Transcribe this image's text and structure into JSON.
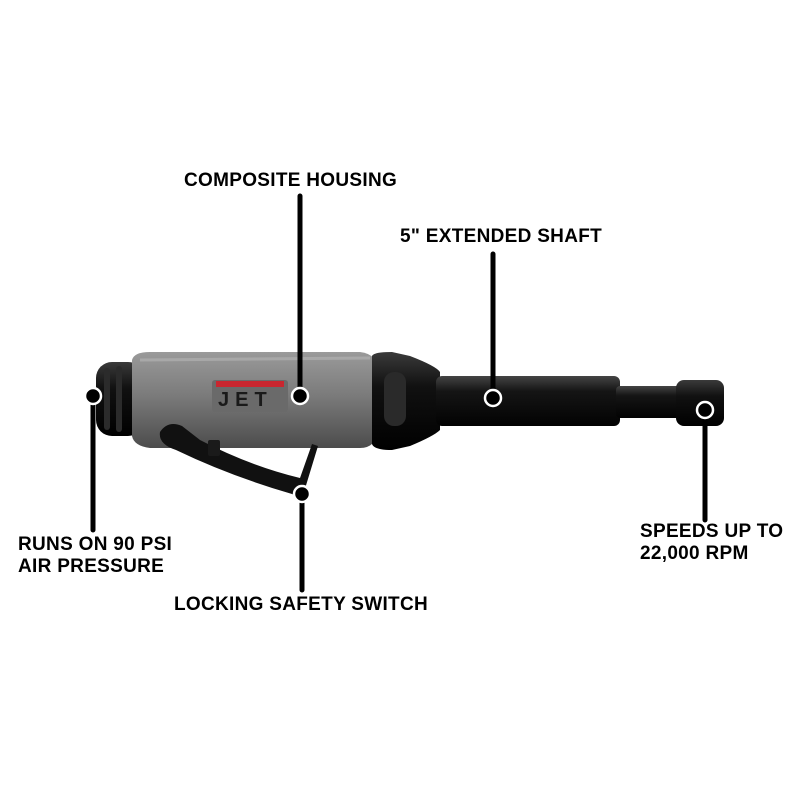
{
  "product": {
    "brand_text": "JET",
    "body_color": "#7a7a7a",
    "accent_color": "#c8262f",
    "shaft_color": "#0d0d0d"
  },
  "callouts": {
    "housing": {
      "line1": "COMPOSITE HOUSING",
      "icon": "callout-dot"
    },
    "shaft": {
      "line1": "5\" EXTENDED SHAFT",
      "icon": "callout-dot"
    },
    "pressure": {
      "line1": "RUNS ON 90 PSI",
      "line2": "AIR PRESSURE",
      "icon": "callout-dot"
    },
    "speed": {
      "line1": "SPEEDS UP TO",
      "line2": "22,000 RPM",
      "icon": "callout-dot"
    },
    "switch": {
      "line1": "LOCKING SAFETY SWITCH",
      "icon": "callout-dot"
    }
  }
}
